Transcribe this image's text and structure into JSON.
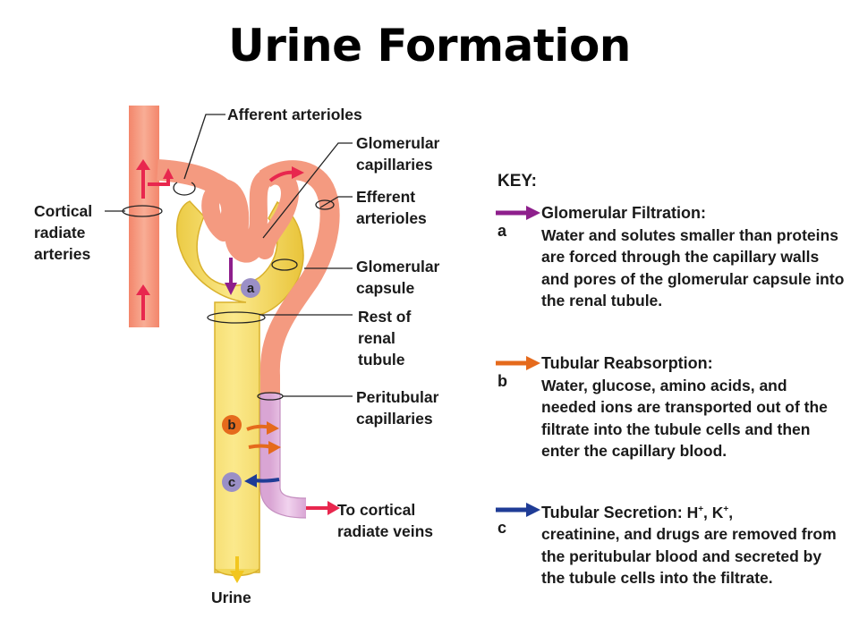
{
  "title": "Urine Formation",
  "labels": {
    "afferent": "Afferent arterioles",
    "glomerular_capillaries": [
      "Glomerular",
      "capillaries"
    ],
    "efferent": [
      "Efferent",
      "arterioles"
    ],
    "cortical_arteries": [
      "Cortical",
      "radiate",
      "arteries"
    ],
    "glomerular_capsule": [
      "Glomerular",
      "capsule"
    ],
    "rest_of_tubule": [
      "Rest of",
      "renal",
      "tubule"
    ],
    "peritubular": [
      "Peritubular",
      "capillaries"
    ],
    "cortical_veins": [
      "To cortical",
      "radiate veins"
    ],
    "urine": "Urine"
  },
  "markers": {
    "a": "a",
    "b": "b",
    "c": "c"
  },
  "key": {
    "title": "KEY:",
    "filtration": {
      "letter": "a",
      "heading": "Glomerular Filtration:",
      "body": "Water and solutes smaller than proteins are forced through the capillary walls and pores of the glomerular capsule into the renal tubule."
    },
    "reabsorption": {
      "letter": "b",
      "heading": "Tubular Reabsorption:",
      "body": "Water, glucose, amino acids, and needed ions are transported out of the filtrate into the tubule cells and then enter the capillary blood."
    },
    "secretion": {
      "letter": "c",
      "heading": "Tubular Secretion:",
      "ions": [
        "H",
        "+",
        ", K",
        "+",
        ","
      ],
      "body": "creatinine, and drugs are removed from  the peritubular blood and secreted by the tubule cells into the filtrate."
    }
  },
  "colors": {
    "artery": "#f49a80",
    "tubule": "#f2d758",
    "peritubular": "#e4b9df",
    "filtration": "#8e1f8c",
    "reabsorption": "#e56a1c",
    "secretion": "#1f3c96",
    "blood_flow": "#e8274e",
    "urine": "#f2c61e",
    "marker": "#9a8fc6"
  }
}
